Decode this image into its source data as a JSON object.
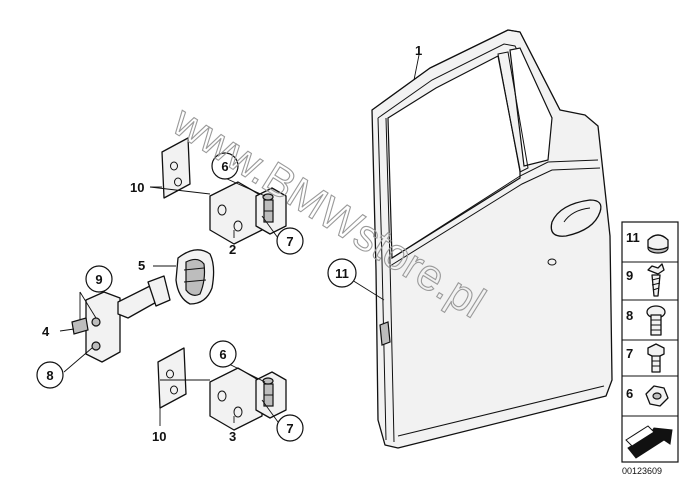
{
  "labels": {
    "door": "1",
    "hinge_upper": "2",
    "hinge_lower": "3",
    "check_link_screw": "4",
    "grommet": "5",
    "nut_upper": "6",
    "nut_lower": "6",
    "bolt_upper": "7",
    "bolt_lower": "7",
    "check_link_bolt": "8",
    "check_link_screw_top": "9",
    "gasket_upper": "10",
    "gasket_lower": "10",
    "door_plug": "11"
  },
  "legend": {
    "items": [
      {
        "number": "11",
        "icon": "plug-icon"
      },
      {
        "number": "9",
        "icon": "screw-icon"
      },
      {
        "number": "8",
        "icon": "bolt-icon"
      },
      {
        "number": "7",
        "icon": "hex-bolt-icon"
      },
      {
        "number": "6",
        "icon": "hex-nut-icon"
      }
    ],
    "arrow_icon": "direction-arrow-icon"
  },
  "watermark": "www.BMWstore.pl",
  "diagram_code": "00123609"
}
